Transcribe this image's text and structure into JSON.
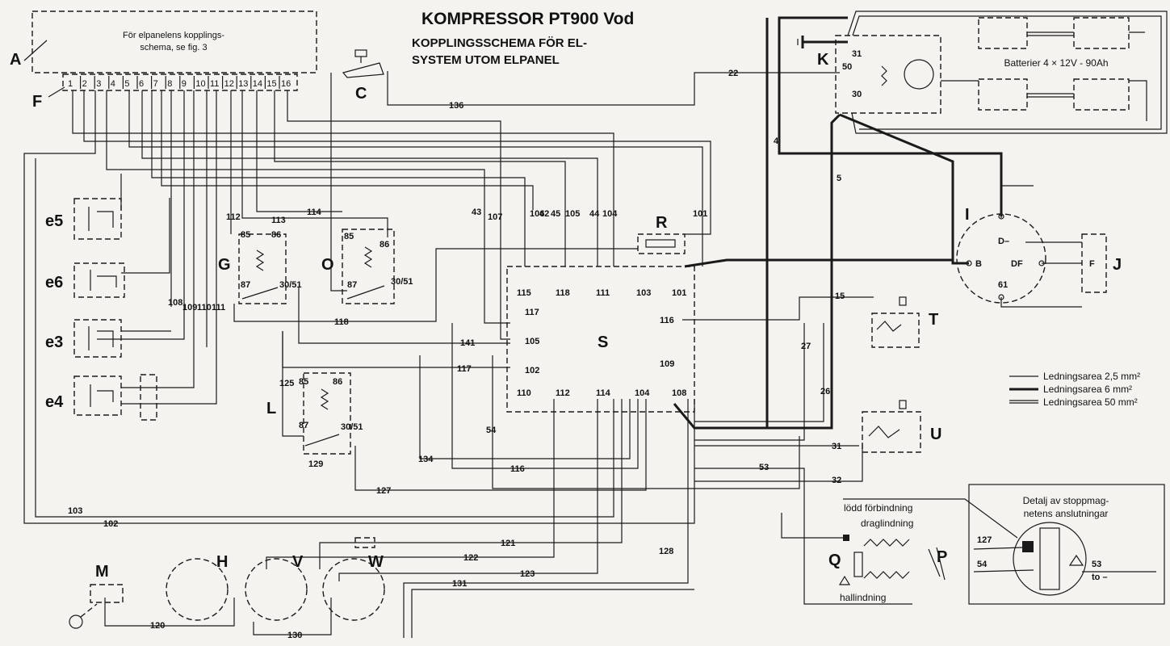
{
  "title": "KOMPRESSOR PT900 Vod",
  "subtitle_1": "KOPPLINGSSCHEMA FÖR EL-",
  "subtitle_2": "SYSTEM UTOM ELPANEL",
  "panel_note_1": "För elpanelens kopplings-",
  "panel_note_2": "schema, se fig. 3",
  "battery_label": "Batterier 4 × 12V - 90Ah",
  "legend": [
    "Ledningsarea 2,5 mm²",
    "Ledningsarea 6 mm²",
    "Ledningsarea 50 mm²"
  ],
  "stop_magnet": {
    "detail_title_1": "Detalj av stoppmag-",
    "detail_title_2": "netens anslutningar",
    "lodd": "lödd förbindning",
    "drag": "draglindning",
    "hall": "hallindning",
    "term_127": "127",
    "term_54": "54",
    "term_53": "53",
    "term_to": "to –"
  },
  "letters": {
    "A": "A",
    "F": "F",
    "C": "C",
    "K": "K",
    "R": "R",
    "I": "I",
    "J": "J",
    "G": "G",
    "O": "O",
    "S": "S",
    "T": "T",
    "U": "U",
    "L": "L",
    "M": "M",
    "H": "H",
    "V": "V",
    "W": "W",
    "Q": "Q",
    "P": "P",
    "e5": "e5",
    "e6": "e6",
    "e3": "e3",
    "e4": "e4"
  },
  "panel_terminals": [
    "1",
    "2",
    "3",
    "4",
    "5",
    "6",
    "7",
    "8",
    "9",
    "10",
    "11",
    "12",
    "13",
    "14",
    "15",
    "16"
  ],
  "s_terminals": {
    "t115": "115",
    "t118": "118",
    "t111": "111",
    "t103": "103",
    "t101": "101",
    "t117": "117",
    "t105": "105",
    "t102": "102",
    "t116": "116",
    "t109": "109",
    "t110": "110",
    "t112": "112",
    "t114": "114",
    "t104": "104",
    "t108": "108"
  },
  "relay_terms": {
    "t85": "85",
    "t86": "86",
    "t87": "87",
    "t3051": "30/51",
    "t129": "129"
  },
  "motor_terms": {
    "t31": "31",
    "t50": "50",
    "t30": "30"
  },
  "gen_terms": {
    "B": "B",
    "DF": "DF",
    "D": "D–",
    "t61": "61",
    "F": "F"
  },
  "wire_numbers": {
    "w22": "22",
    "w136": "136",
    "w4": "4",
    "w5": "5",
    "w114": "114",
    "w113": "113",
    "w112": "112",
    "w43": "43",
    "w107": "107",
    "w106": "106",
    "w42": "42",
    "w45": "45",
    "w105": "105",
    "w44": "44",
    "w104": "104",
    "w101": "101",
    "w108": "108",
    "w109": "109",
    "w110": "110",
    "w111": "111",
    "w118": "118",
    "w141": "141",
    "w117": "117",
    "w125": "125",
    "w54": "54",
    "w134": "134",
    "w116": "116",
    "w127": "127",
    "w103": "103",
    "w102": "102",
    "w121": "121",
    "w122": "122",
    "w123": "123",
    "w131": "131",
    "w128": "128",
    "w120": "120",
    "w130": "130",
    "w15": "15",
    "w27": "27",
    "w26": "26",
    "w31": "31",
    "w53": "53",
    "w32": "32"
  }
}
